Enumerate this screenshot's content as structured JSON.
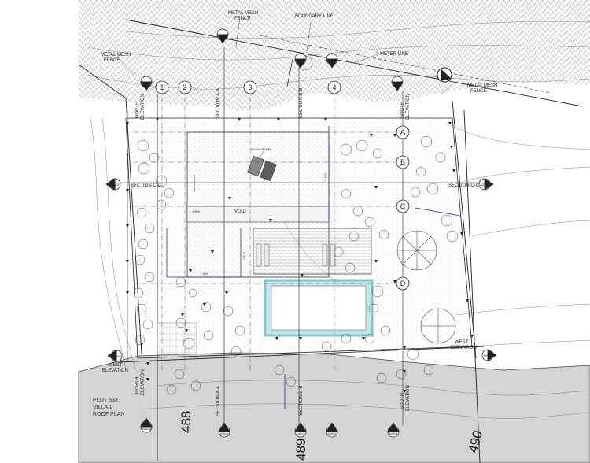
{
  "annotations": {
    "metal_mesh_fence_top": "METAL MESH FENCE",
    "metal_mesh_fence_left_1": "METAL MESH",
    "metal_mesh_fence_left_2": "FENCE",
    "metal_mesh_fence_right_1": "METAL MESH",
    "metal_mesh_fence_right_2": "FENCE",
    "boundary_line": "BOUNDARY LINE",
    "three_meter_line": "3 METER LINE",
    "void": "VOID",
    "solar_panel": "SOLAR PANEL"
  },
  "grid_columns": [
    "1",
    "2",
    "3",
    "4"
  ],
  "grid_rows": [
    "A",
    "B",
    "C",
    "D"
  ],
  "sections": {
    "aa": "SECTION A-A",
    "bb": "SECTION B-B",
    "cc": "SECTION C-C"
  },
  "elevations": {
    "north_1": "NORTH",
    "north_2": "ELEVATION",
    "south_1": "SOUTH",
    "south_2": "ELEVATION",
    "west_1": "WEST",
    "west_2": "ELEVATION"
  },
  "sheet_refs": {
    "a3501": "A3501",
    "a3502": "A3502",
    "a3503": "A3503"
  },
  "dimensions": {
    "d7200": "7.200",
    "d4100": "4.100",
    "d5450": "5.450",
    "d1800": "1.800"
  },
  "contour_numbers": {
    "c488": "488",
    "c489": "489",
    "c490": "490"
  },
  "title_block": {
    "line1": "PLOT 633",
    "line2": "VILLA 1",
    "line3": "ROOF PLAN"
  },
  "colors": {
    "line": "#222222",
    "grid_dash": "#555555",
    "pool_edge": "#8ecfd1",
    "dimension": "#1c2a9c",
    "road": "#cfcfcf"
  }
}
